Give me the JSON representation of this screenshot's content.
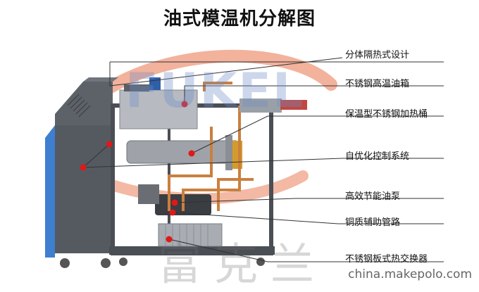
{
  "title": "油式模温机分解图",
  "labels": [
    "分体隔热式设计",
    "不锈钢高温油箱",
    "保温型不锈钢加热桶",
    "自优化控制系统",
    "高效节能油泵",
    "铜质辅助管路",
    "不锈钢板式热交换器"
  ],
  "watermark": "china.makepolo.com",
  "logo_text": "FUKEL",
  "logo_cn": "富克兰",
  "colors": {
    "cabinet": "#5a5f66",
    "cabinet_dark": "#44484f",
    "side_panel": "#3f7fd0",
    "arrow_orange": "#e8734a",
    "marker_red": "#e01818",
    "copper": "#c9803f",
    "steel": "#a9adb3"
  }
}
